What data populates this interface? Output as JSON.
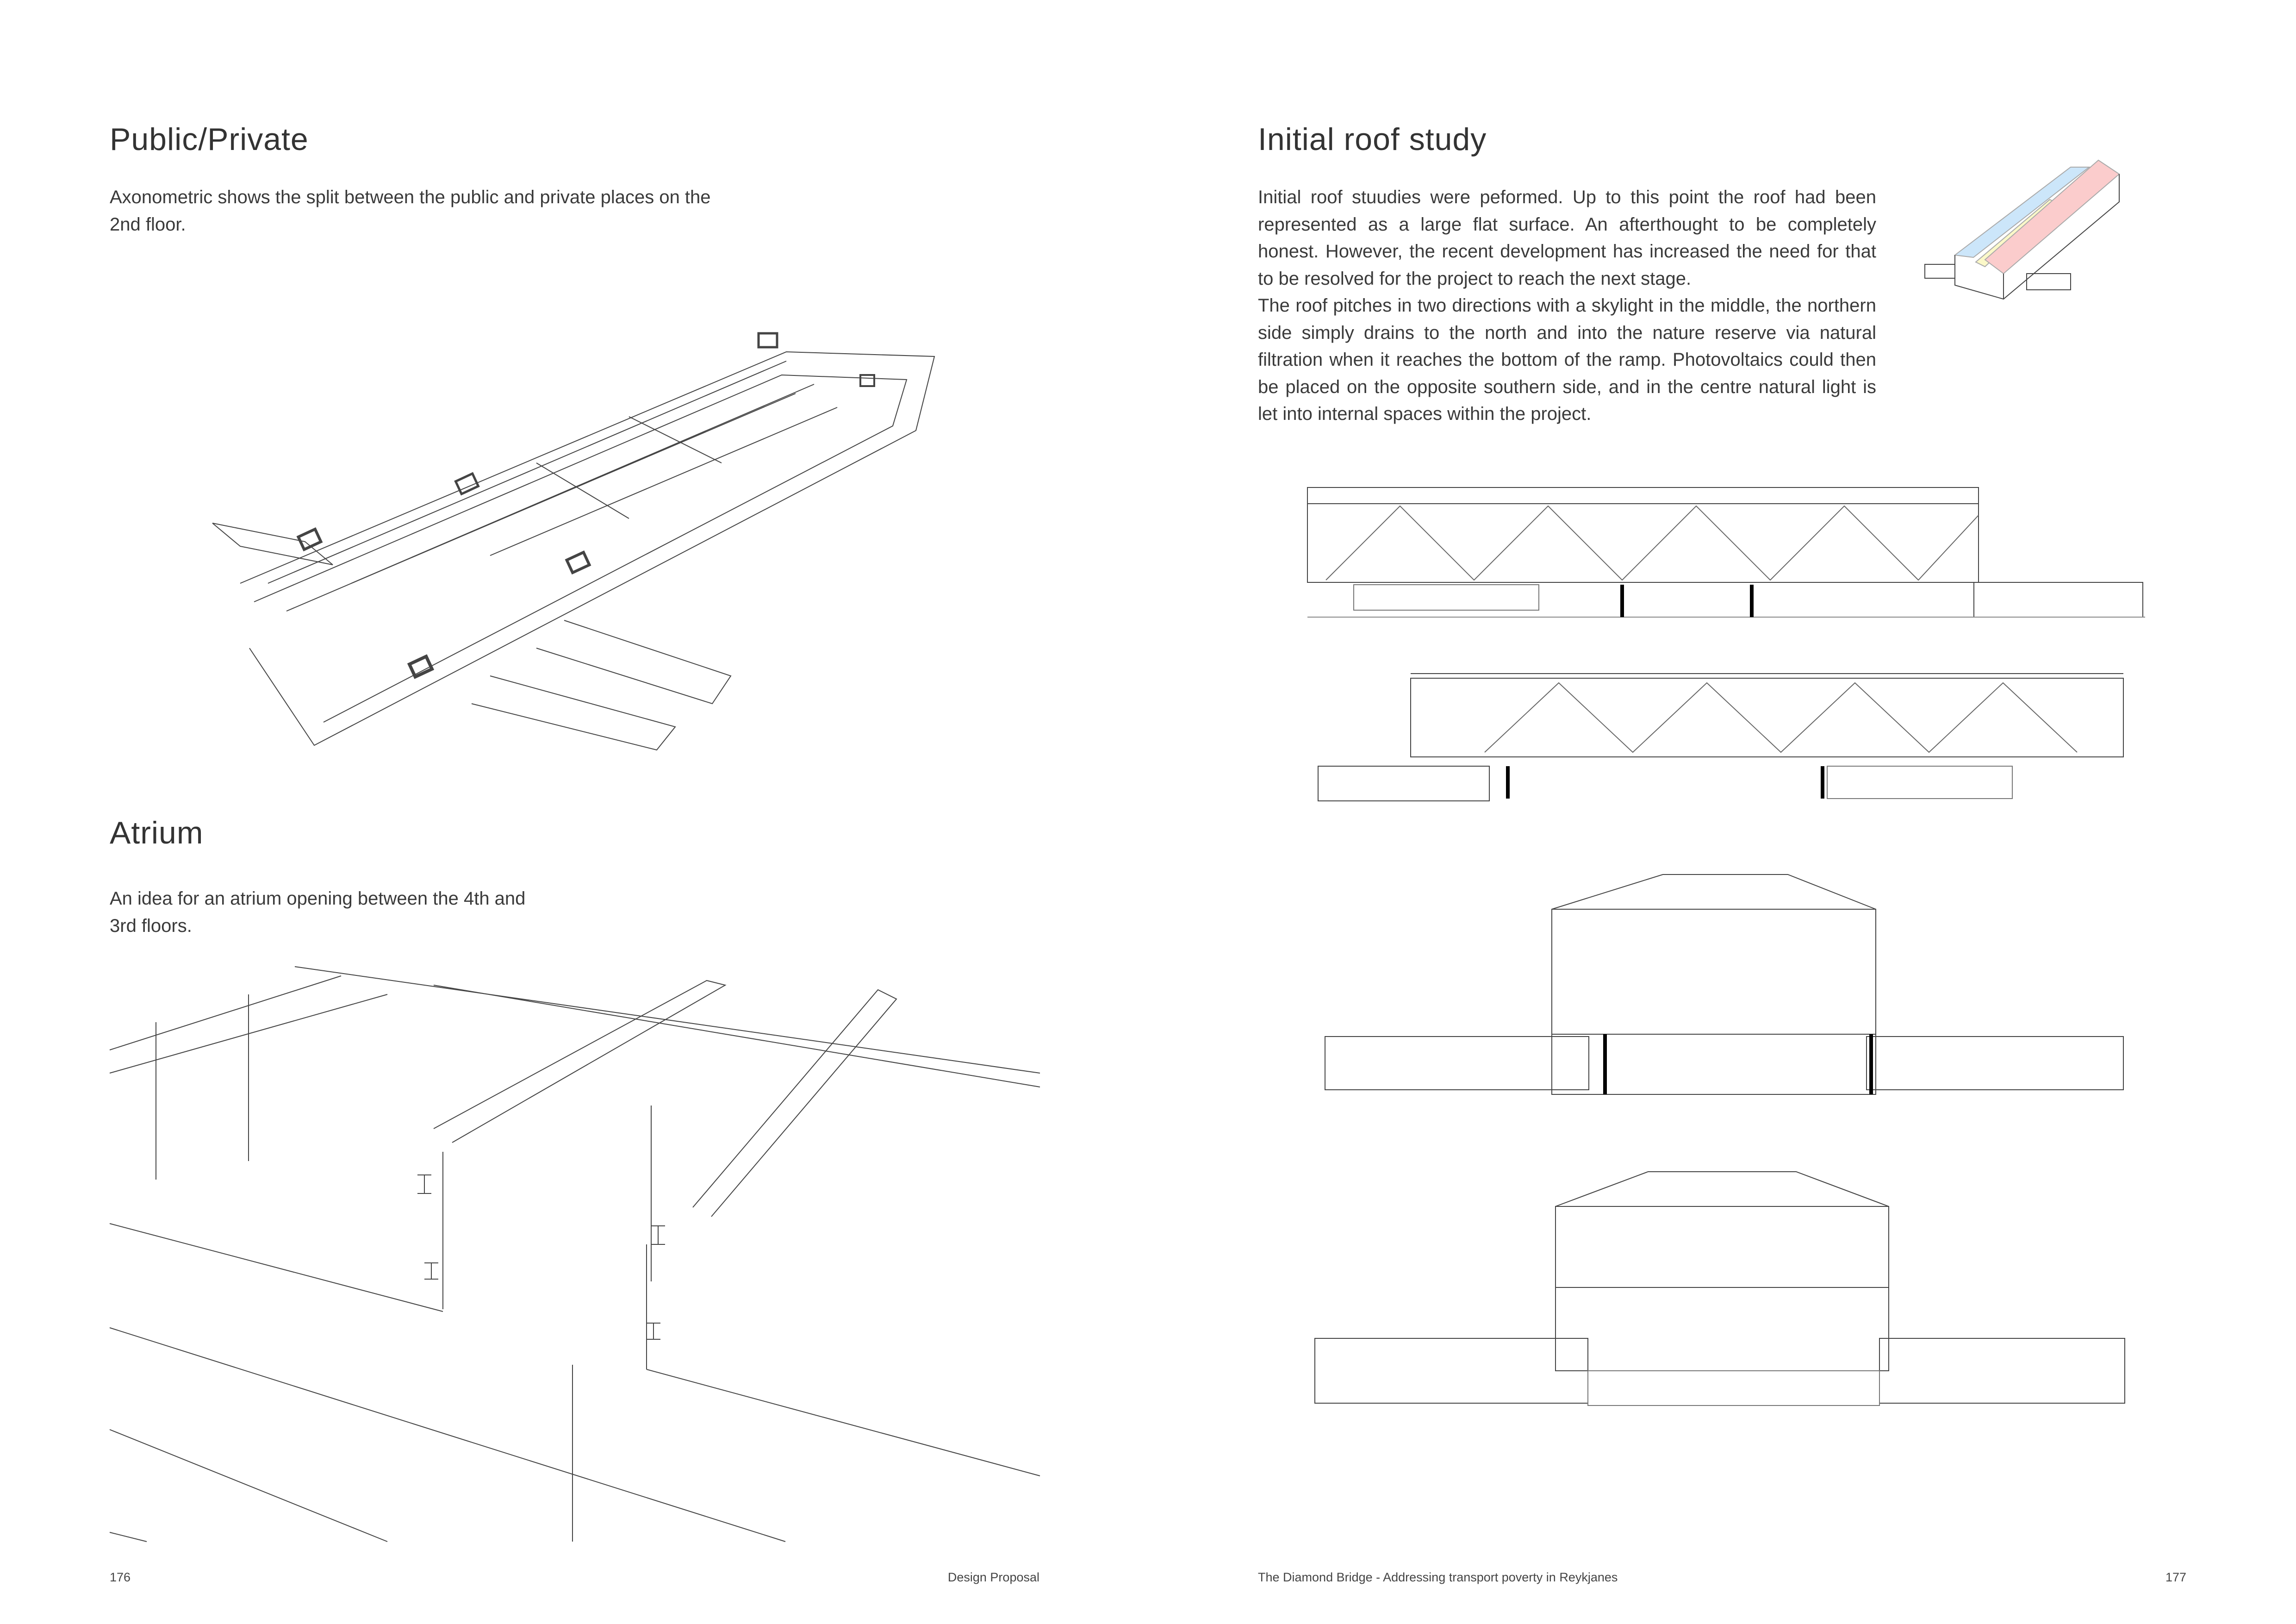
{
  "left_page": {
    "section1": {
      "title": "Public/Private",
      "body": "Axonometric shows the split between the public and private places on the 2nd floor."
    },
    "section2": {
      "title": "Atrium",
      "body": "An idea for an atrium opening between the 4th and 3rd floors."
    },
    "footer": {
      "page_number": "176",
      "section": "Design Proposal"
    }
  },
  "right_page": {
    "section": {
      "title": "Initial roof study",
      "paragraphs": [
        "Initial roof stuudies were peformed. Up to this point the roof had been represented as a large flat surface. An afterthought to be completely honest.  However, the recent development has increased the need for that to be resolved for the project to reach the next stage.",
        "The roof pitches in two directions with a skylight in the middle, the northern side simply drains to the north and into the nature reserve via natural filtration when it reaches the bottom of the ramp. Photovoltaics could then be placed on the opposite southern side, and in the centre natural light is let into internal spaces within the project."
      ]
    },
    "roof_colors": {
      "north": "#cce6fa",
      "skylight": "#fbf8c8",
      "south": "#fbcccc"
    },
    "footer": {
      "title": "The Diamond Bridge - Addressing transport poverty in Reykjanes",
      "page_number": "177"
    }
  }
}
